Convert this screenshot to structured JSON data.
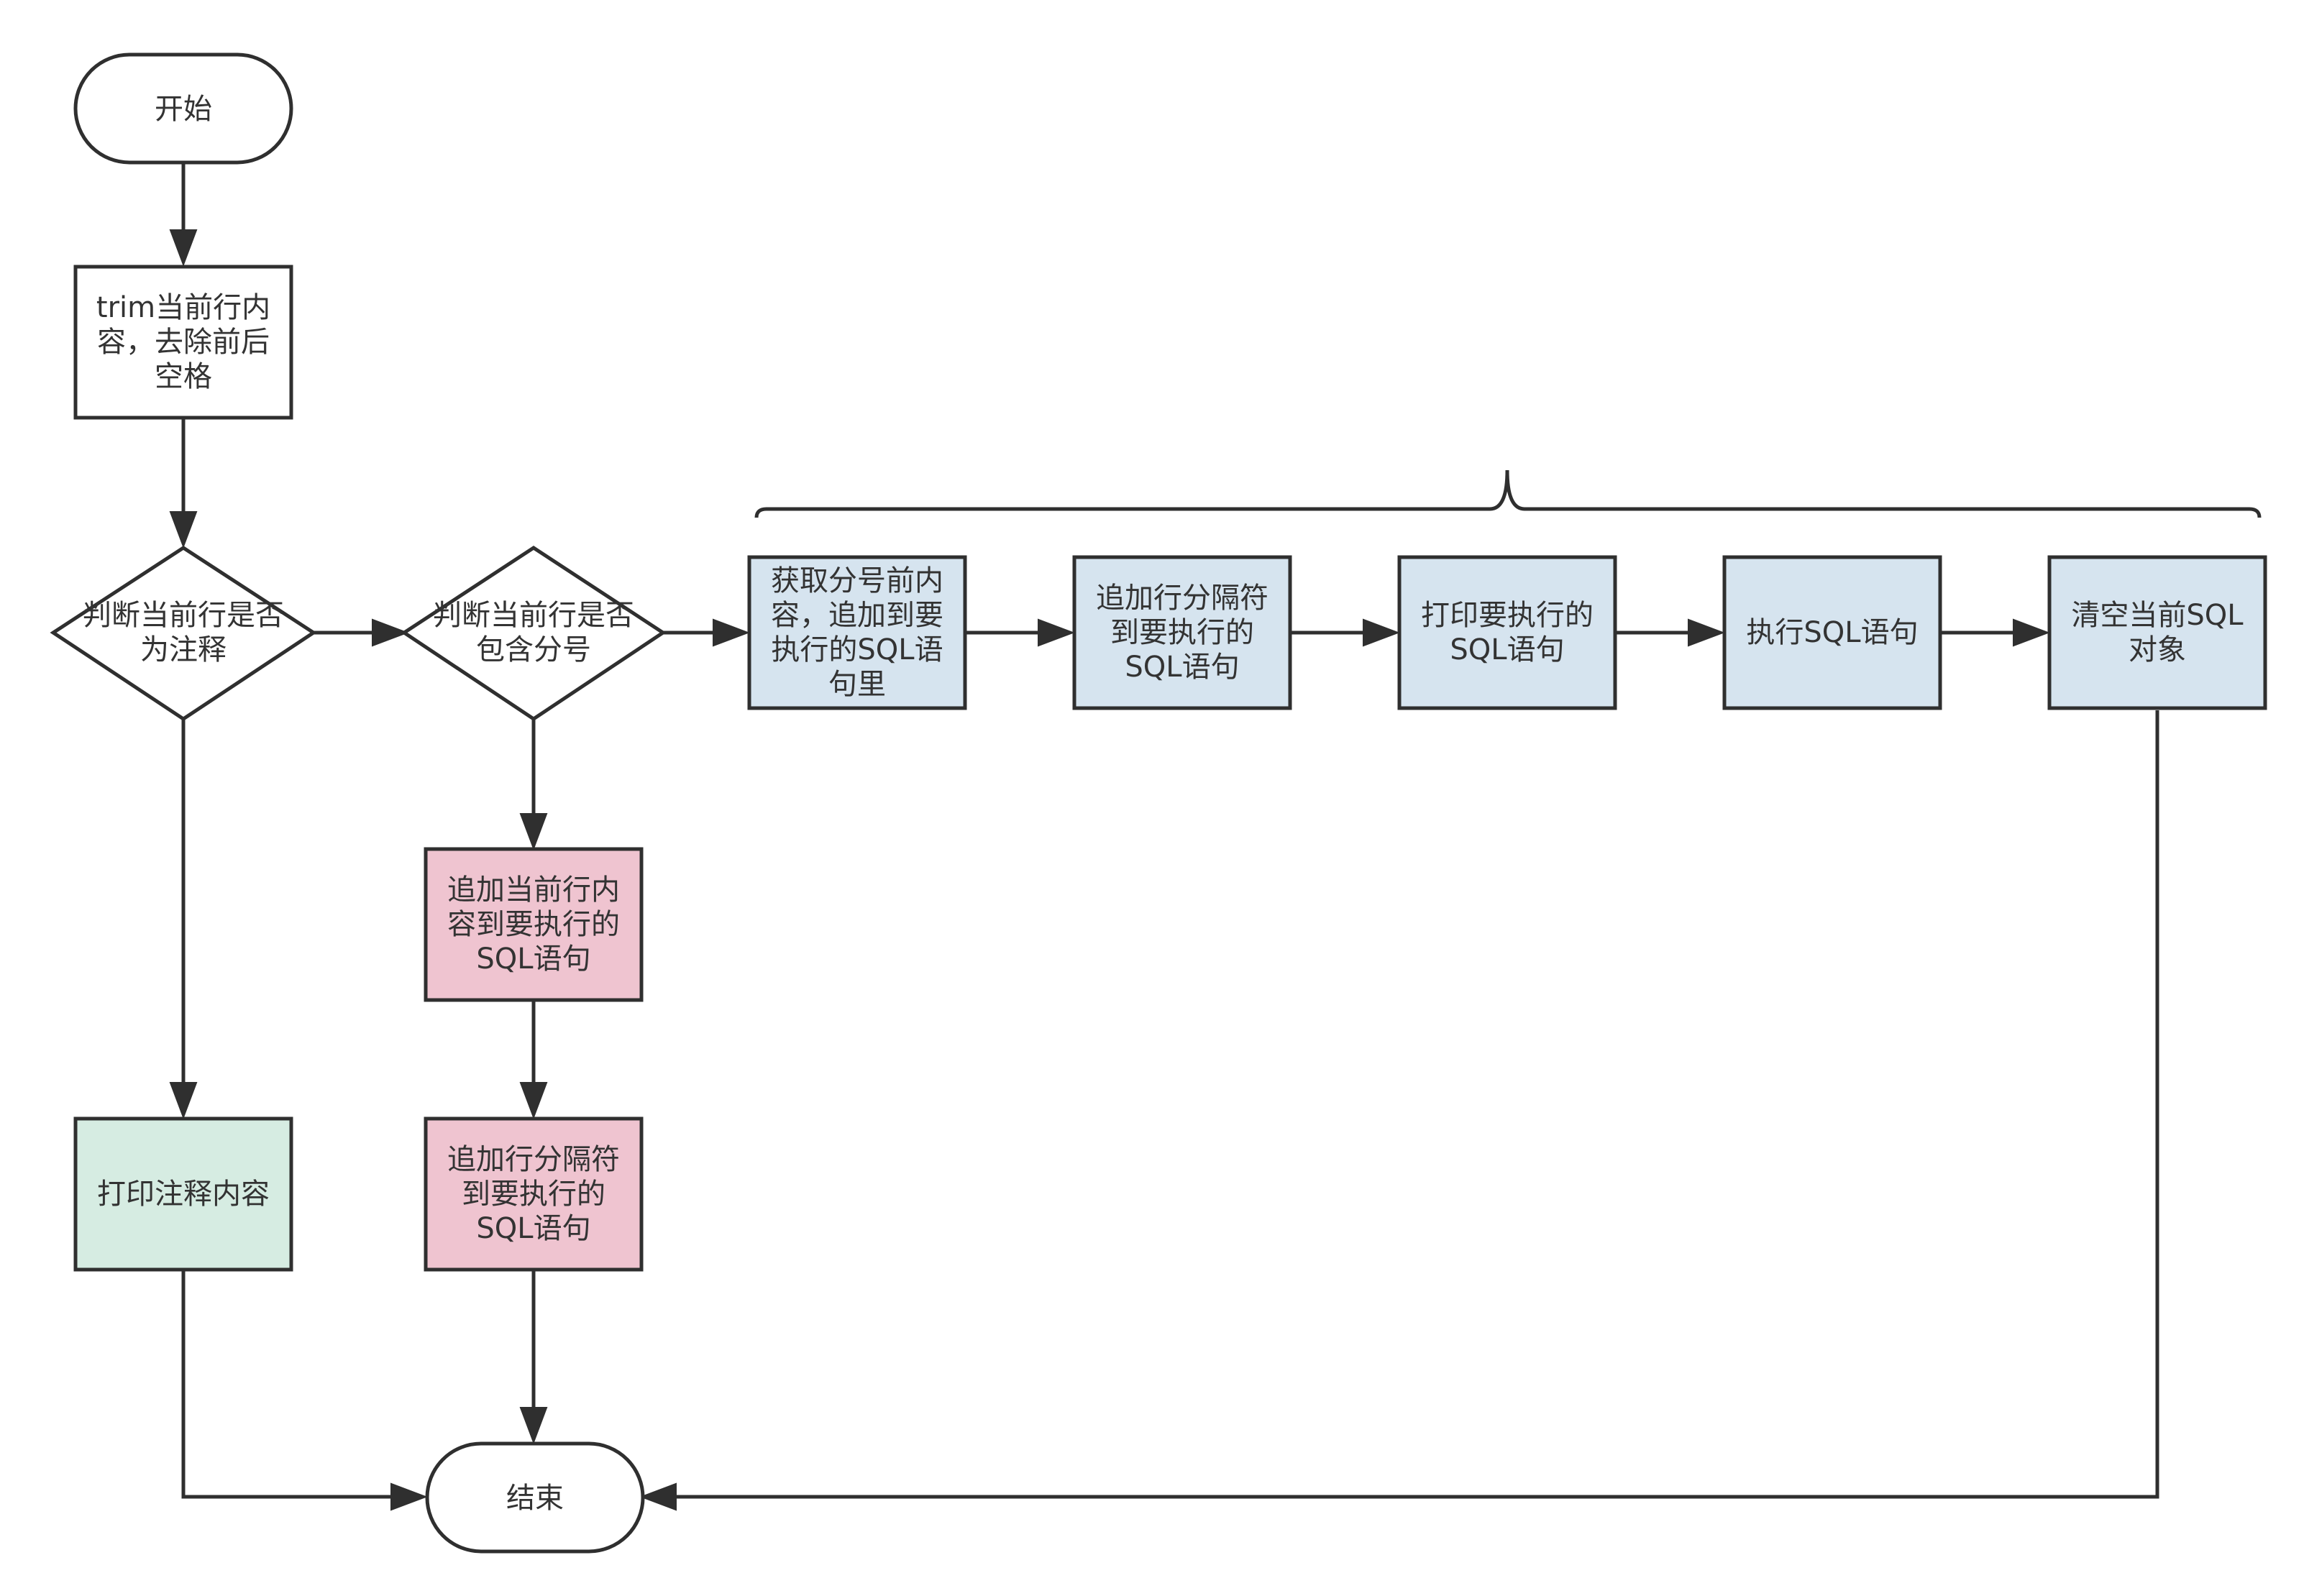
{
  "colors": {
    "stroke": "#2f2f2f",
    "text": "#333333",
    "white": "#ffffff",
    "blue": "#d6e4ef",
    "pink": "#efc4d0",
    "green": "#d6ece2"
  },
  "nodes": {
    "start": {
      "lines": [
        "开始"
      ]
    },
    "trim": {
      "lines": [
        "trim当前行内",
        "容，去除前后",
        "空格"
      ]
    },
    "is_comment": {
      "lines": [
        "判断当前行是否",
        "为注释"
      ]
    },
    "has_semicolon": {
      "lines": [
        "判断当前行是否",
        "包含分号"
      ]
    },
    "get_before_semicolon": {
      "lines": [
        "获取分号前内",
        "容，追加到要",
        "执行的SQL语",
        "句里"
      ]
    },
    "append_separator_1": {
      "lines": [
        "追加行分隔符",
        "到要执行的",
        "SQL语句"
      ]
    },
    "print_sql": {
      "lines": [
        "打印要执行的",
        "SQL语句"
      ]
    },
    "execute_sql": {
      "lines": [
        "执行SQL语句"
      ]
    },
    "clear_sql": {
      "lines": [
        "清空当前SQL",
        "对象"
      ]
    },
    "append_line": {
      "lines": [
        "追加当前行内",
        "容到要执行的",
        "SQL语句"
      ]
    },
    "append_separator_2": {
      "lines": [
        "追加行分隔符",
        "到要执行的",
        "SQL语句"
      ]
    },
    "print_comment": {
      "lines": [
        "打印注释内容"
      ]
    },
    "end": {
      "lines": [
        "结束"
      ]
    }
  }
}
